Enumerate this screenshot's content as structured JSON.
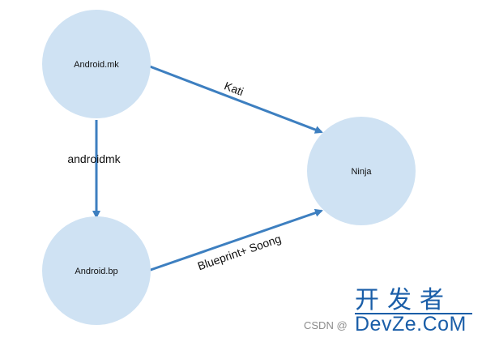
{
  "diagram": {
    "nodes": [
      {
        "id": "android-mk",
        "label": "Android.mk"
      },
      {
        "id": "android-bp",
        "label": "Android.bp"
      },
      {
        "id": "ninja",
        "label": "Ninja"
      }
    ],
    "edges": [
      {
        "from": "android-mk",
        "to": "ninja",
        "label": "Kati"
      },
      {
        "from": "android-mk",
        "to": "android-bp",
        "label": "androidmk"
      },
      {
        "from": "android-bp",
        "to": "ninja",
        "label": "Blueprint+ Soong"
      }
    ],
    "colors": {
      "node_fill": "#cfe2f3",
      "edge": "#3d7fc0"
    }
  },
  "watermark": {
    "cn_text": "开发者",
    "csdn_text": "CSDN @",
    "devze_text": "DevZe.CoM"
  }
}
